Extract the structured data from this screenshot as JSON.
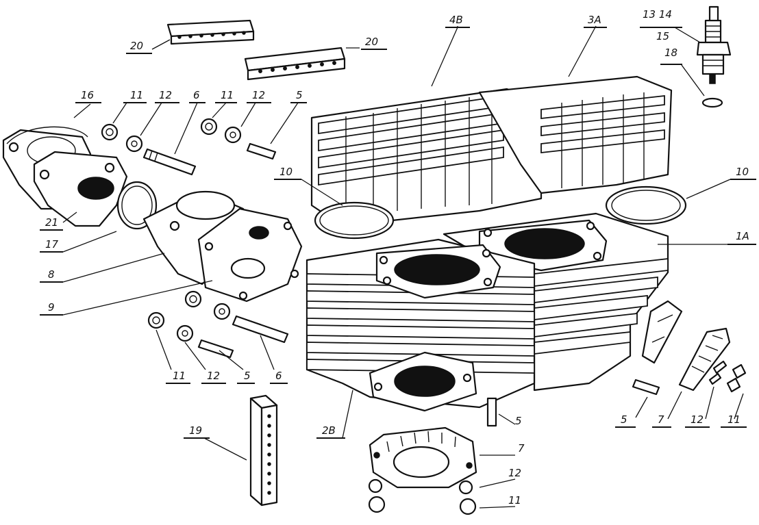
{
  "callouts": {
    "c_4B": "4B",
    "c_3A": "3A",
    "c_13_14": "13 14",
    "c_15": "15",
    "c_18": "18",
    "c_20_left": "20",
    "c_20_right": "20",
    "c_16": "16",
    "c_11_a": "11",
    "c_12_a": "12",
    "c_6_a": "6",
    "c_11_b": "11",
    "c_12_b": "12",
    "c_5_a": "5",
    "c_10_left": "10",
    "c_10_right": "10",
    "c_1A": "1A",
    "c_21": "21",
    "c_17": "17",
    "c_8": "8",
    "c_9": "9",
    "c_11_c": "11",
    "c_12_c": "12",
    "c_5_b": "5",
    "c_6_b": "6",
    "c_19": "19",
    "c_2B": "2B",
    "c_5_c": "5",
    "c_7_a": "7",
    "c_12_d": "12",
    "c_11_d": "11",
    "c_5_d": "5",
    "c_7_b": "7",
    "c_12_e": "12",
    "c_11_e": "11"
  }
}
